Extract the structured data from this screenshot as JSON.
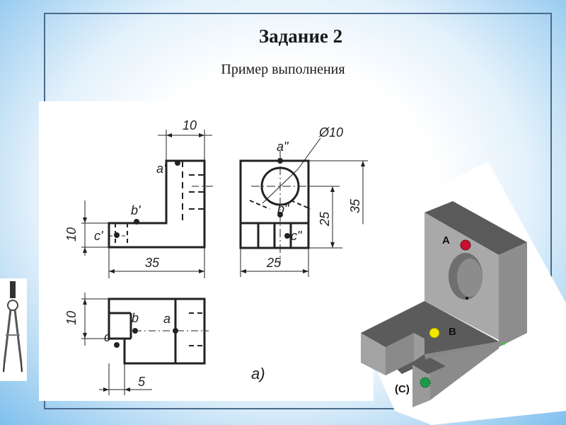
{
  "slide": {
    "title": "Задание 2",
    "subtitle": "Пример выполнения"
  },
  "drawing": {
    "dim_10_top": "10",
    "label_a_prime_front": "a'",
    "label_b_prime_front": "b'",
    "label_c_prime_front": "c'",
    "dim_10_left": "10",
    "dim_35_bottom": "35",
    "label_a_dprime": "a\"",
    "label_diameter": "Ø10",
    "label_b_dprime": "b\"",
    "label_c_dprime": "c\"",
    "dim_25_vert": "25",
    "dim_35_vert": "35",
    "dim_25_bottom": "25",
    "dim_10_plan": "10",
    "label_b_plan": "b",
    "label_a_plan": "a",
    "label_c_plan": "c",
    "dim_5": "5",
    "caption": "a)"
  },
  "model": {
    "point_a": "A",
    "point_b": "B",
    "point_c": "(C)",
    "colors": {
      "a": "#c8102e",
      "b": "#f2e500",
      "c": "#1a9a48"
    }
  }
}
